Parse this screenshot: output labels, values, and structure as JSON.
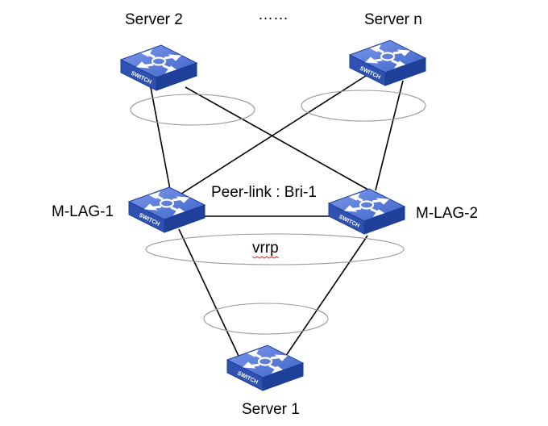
{
  "labels": {
    "server2": "Server 2",
    "dots": "……",
    "servern": "Server n",
    "mlag1": "M-LAG-1",
    "peerlink": "Peer-link : Bri-1",
    "mlag2": "M-LAG-2",
    "vrrp": "vrrp",
    "server1": "Server 1"
  },
  "switch_label": "SWITCH",
  "colors": {
    "switch_top": "#4a6fd4",
    "switch_top_light": "#6f8fe6",
    "switch_side": "#2b4fae",
    "switch_side_dark": "#1f3f98",
    "arrow": "#ffffff",
    "line": "#000000",
    "ring": "#9a9a9a"
  },
  "icons": [
    "switch-icon"
  ]
}
